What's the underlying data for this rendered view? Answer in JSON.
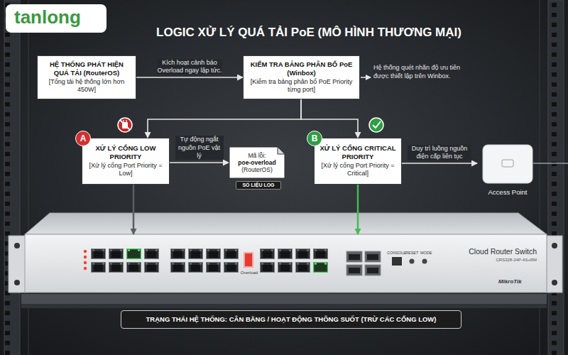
{
  "diagram": {
    "title": "LOGIC XỬ LÝ QUÁ TẢI PoE (MÔ HÌNH THƯƠNG MẠI)",
    "nodes": [
      {
        "text": [
          "HỆ THỐNG PHÁT HIỆN QUÁ TẢI (RouterOS)",
          "[Tổng tải hệ thống lớn hơn 450W]"
        ]
      },
      {
        "text": [
          "KIỂM TRA BẢNG PHÂN BỔ PoE (Winbox)",
          "[Kiểm tra bảng phân bổ PoE Priority từng port]"
        ]
      },
      {
        "text": [
          "XỬ LÝ CỔNG LOW PRIORITY",
          "[Xử lý cổng Port Priority = Low]"
        ]
      },
      {
        "text": [
          "Mã lỗi:",
          "poe-overload",
          "(RouterOS)"
        ]
      },
      {
        "text": [
          "SỐ LIỆU LOG"
        ]
      },
      {
        "text": [
          "XỬ LÝ CỔNG CRITICAL PRIORITY",
          "[Xử lý cổng Port Priority = Critical]"
        ]
      },
      {
        "text": [
          "Access Point"
        ]
      },
      {
        "text": [
          "Cloud Router Switch",
          "CRS328-24P-4S+RM"
        ]
      },
      {
        "text": [
          "TRẠNG THÁI HỆ THỐNG: CÂN BẰNG / HOẠT ĐỘNG THÔNG SUỐT (TRỪ CÁC CỔNG LOW)"
        ]
      }
    ],
    "edges": [
      {
        "from": 0,
        "to": 1,
        "arrow": "to",
        "label": "Kích hoạt cảnh báo Overload ngay lập tức."
      },
      {
        "from": 1,
        "to": 2,
        "arrow": "to"
      },
      {
        "from": 1,
        "to": 5,
        "arrow": "to"
      },
      {
        "from": 2,
        "to": 3,
        "arrow": "to",
        "label": "Tự động ngắt nguồn PoE vật lý"
      },
      {
        "from": 5,
        "to": 6,
        "arrow": "to",
        "label": "Duy trì luồng nguồn điện cấp liên tục"
      },
      {
        "from": 2,
        "to": 7,
        "arrow": "to"
      },
      {
        "from": 5,
        "to": 7,
        "arrow": "to"
      }
    ],
    "labels": [
      "tanlong",
      "Hệ thống quét nhãn độ ưu tiên được thiết lập trên Winbox.",
      "A",
      "B",
      "Overload",
      "CONSOLE",
      "RESET",
      "MODE",
      "MikroTik"
    ]
  }
}
